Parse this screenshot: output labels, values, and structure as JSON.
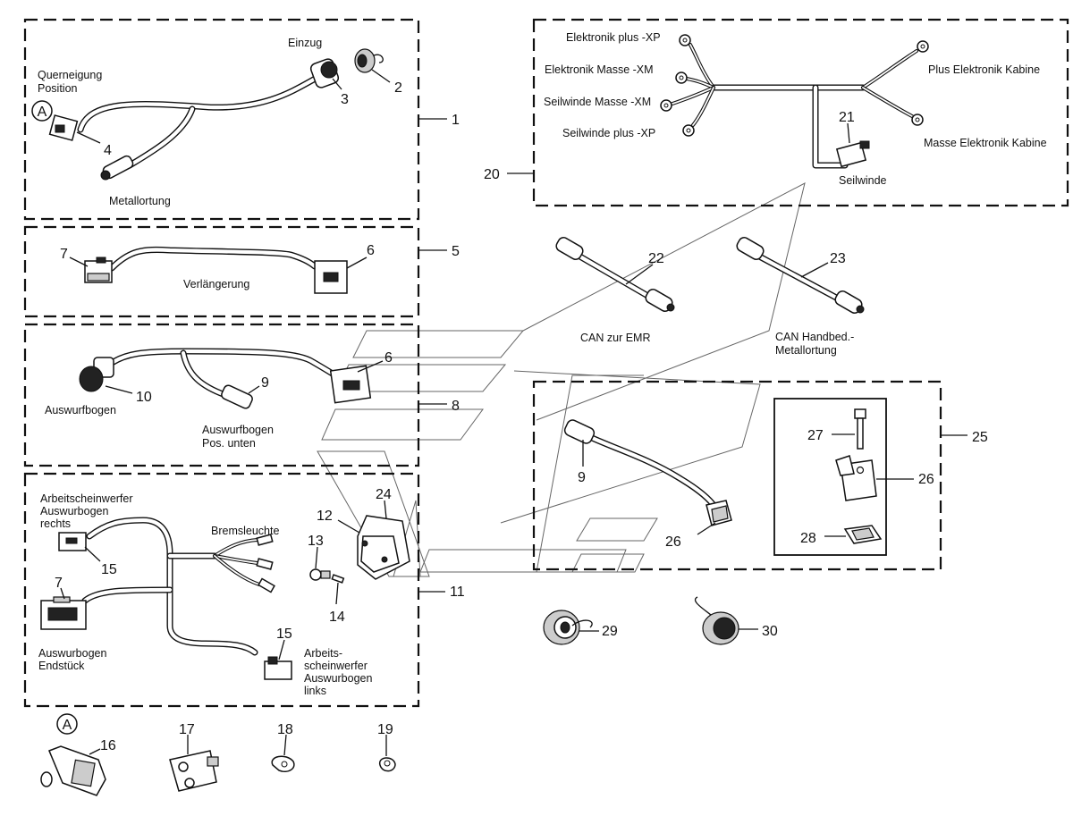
{
  "groups": {
    "g1": {
      "number": "1",
      "labels": {
        "einzug": "Einzug",
        "querneigung": "Querneigung",
        "position": "Position",
        "metallortung": "Metallortung"
      },
      "callouts": {
        "c2": "2",
        "c3": "3",
        "c4": "4"
      },
      "ref": "A"
    },
    "g5": {
      "number": "5",
      "labels": {
        "verlaengerung": "Verlängerung"
      },
      "callouts": {
        "c7": "7",
        "c6": "6"
      }
    },
    "g8": {
      "number": "8",
      "labels": {
        "auswurfbogen": "Auswurfbogen",
        "auswurfbogen2": "Auswurfbogen",
        "pos_unten": "Pos. unten"
      },
      "callouts": {
        "c10": "10",
        "c9": "9",
        "c6": "6"
      }
    },
    "g11": {
      "number": "11",
      "labels": {
        "arbeit_r1": "Arbeitscheinwerfer",
        "arbeit_r2": "Auswurbogen",
        "arbeit_r3": "rechts",
        "bremsleuchte": "Bremsleuchte",
        "endstueck1": "Auswurbogen",
        "endstueck2": "Endstück",
        "arbeit_l1": "Arbeits-",
        "arbeit_l2": "scheinwerfer",
        "arbeit_l3": "Auswurbogen",
        "arbeit_l4": "links"
      },
      "callouts": {
        "c15a": "15",
        "c15b": "15",
        "c7": "7",
        "c12": "12",
        "c13": "13",
        "c14": "14",
        "c24": "24"
      }
    },
    "g20": {
      "number": "20",
      "labels": {
        "elek_plus": "Elektronik plus -XP",
        "elek_masse": "Elektronik Masse -XM",
        "seil_masse": "Seilwinde Masse -XM",
        "seil_plus": "Seilwinde plus -XP",
        "plus_kabine": "Plus Elektronik Kabine",
        "masse_kabine": "Masse Elektronik Kabine",
        "seilwinde": "Seilwinde"
      },
      "callouts": {
        "c21": "21"
      }
    },
    "g25": {
      "number": "25",
      "callouts": {
        "c9": "9",
        "c26a": "26",
        "c26b": "26",
        "c27": "27",
        "c28": "28"
      }
    }
  },
  "loose_parts": {
    "c22": "22",
    "c23": "23",
    "can_emr": "CAN zur EMR",
    "can_hand1": "CAN Handbed.-",
    "can_hand2": "Metallortung",
    "c29": "29",
    "c30": "30",
    "ref_a": "A",
    "c16": "16",
    "c17": "17",
    "c18": "18",
    "c19": "19"
  }
}
